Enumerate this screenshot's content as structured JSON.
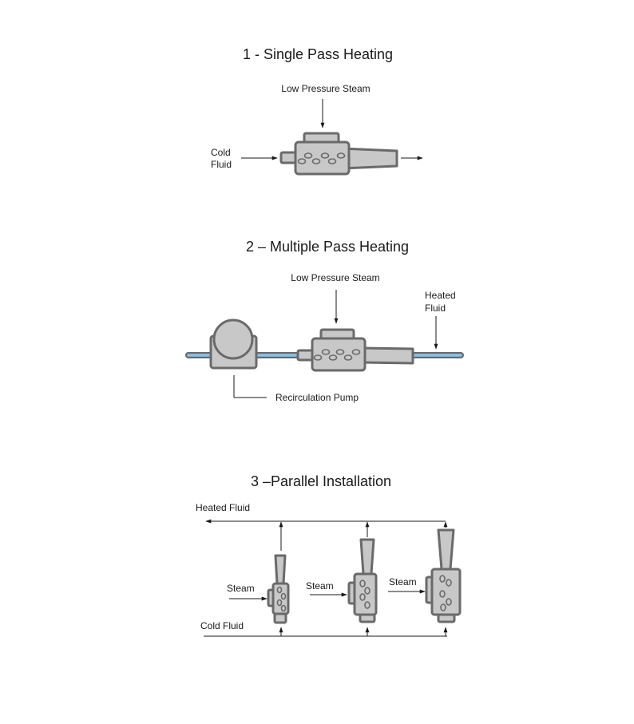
{
  "section1": {
    "title": "1 - Single Pass Heating",
    "steam_label": "Low Pressure Steam",
    "cold_label_1": "Cold",
    "cold_label_2": "Fluid"
  },
  "section2": {
    "title": "2 – Multiple Pass Heating",
    "steam_label": "Low Pressure Steam",
    "heated_label_1": "Heated",
    "heated_label_2": "Fluid",
    "pump_label": "Recirculation Pump"
  },
  "section3": {
    "title": "3 –Parallel Installation",
    "heated_label": "Heated Fluid",
    "cold_label": "Cold Fluid",
    "steam_labels": [
      "Steam",
      "Steam",
      "Steam"
    ]
  },
  "colors": {
    "body_fill": "#c8c8c8",
    "body_stroke": "#6a6a6a",
    "pipe_fluid": "#8ac3e6",
    "line": "#1a1a1a"
  }
}
